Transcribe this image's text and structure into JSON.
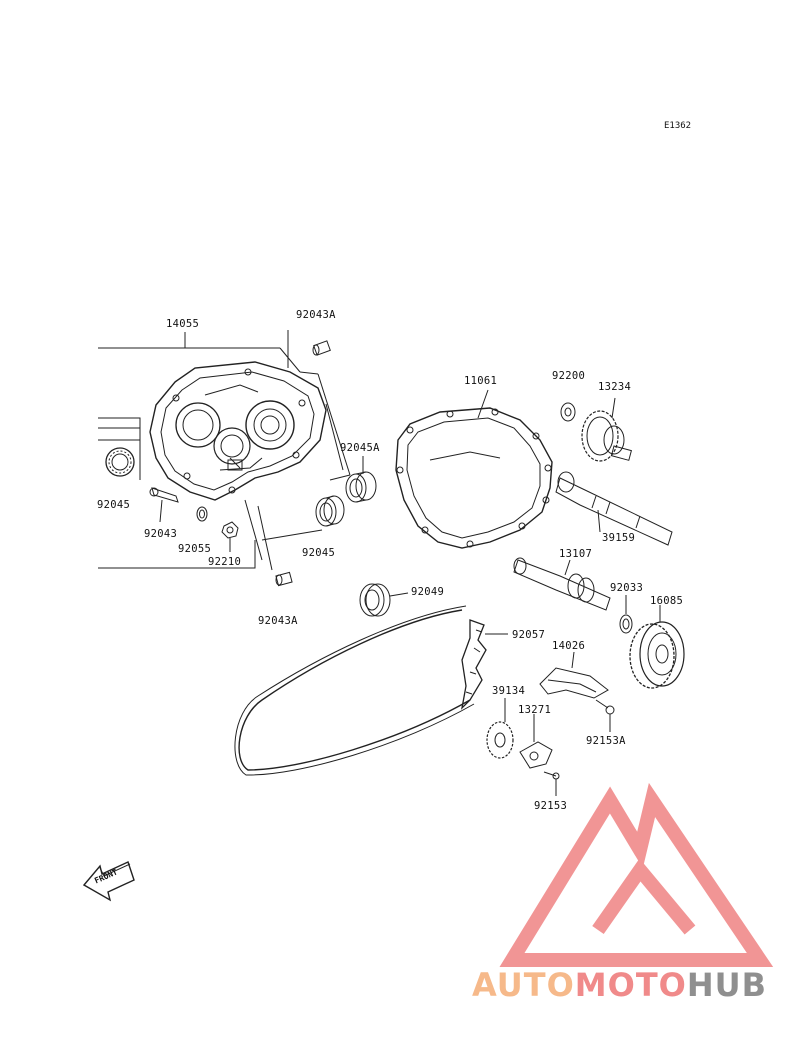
{
  "diagram_code": "E1362",
  "parts": {
    "p14055": "14055",
    "p92043A_top": "92043A",
    "p92045A": "92045A",
    "p92045_left": "92045",
    "p92043": "92043",
    "p92055": "92055",
    "p92210": "92210",
    "p92045_mid": "92045",
    "p92043A_bottom": "92043A",
    "p11061": "11061",
    "p92200": "92200",
    "p13234": "13234",
    "p39159": "39159",
    "p13107": "13107",
    "p92033": "92033",
    "p16085": "16085",
    "p92049": "92049",
    "p92057": "92057",
    "p14026": "14026",
    "p39134": "39134",
    "p13271": "13271",
    "p92153A": "92153A",
    "p92153": "92153"
  },
  "front_arrow": {
    "text": "FRONT"
  },
  "watermark": {
    "auto": "AUTO",
    "moto": "MOTO",
    "hub": "HUB",
    "colors": {
      "auto": "#f6b98a",
      "moto": "#f08a8a",
      "hub": "#8f8f8f",
      "triangle": "#f08a8a"
    }
  }
}
